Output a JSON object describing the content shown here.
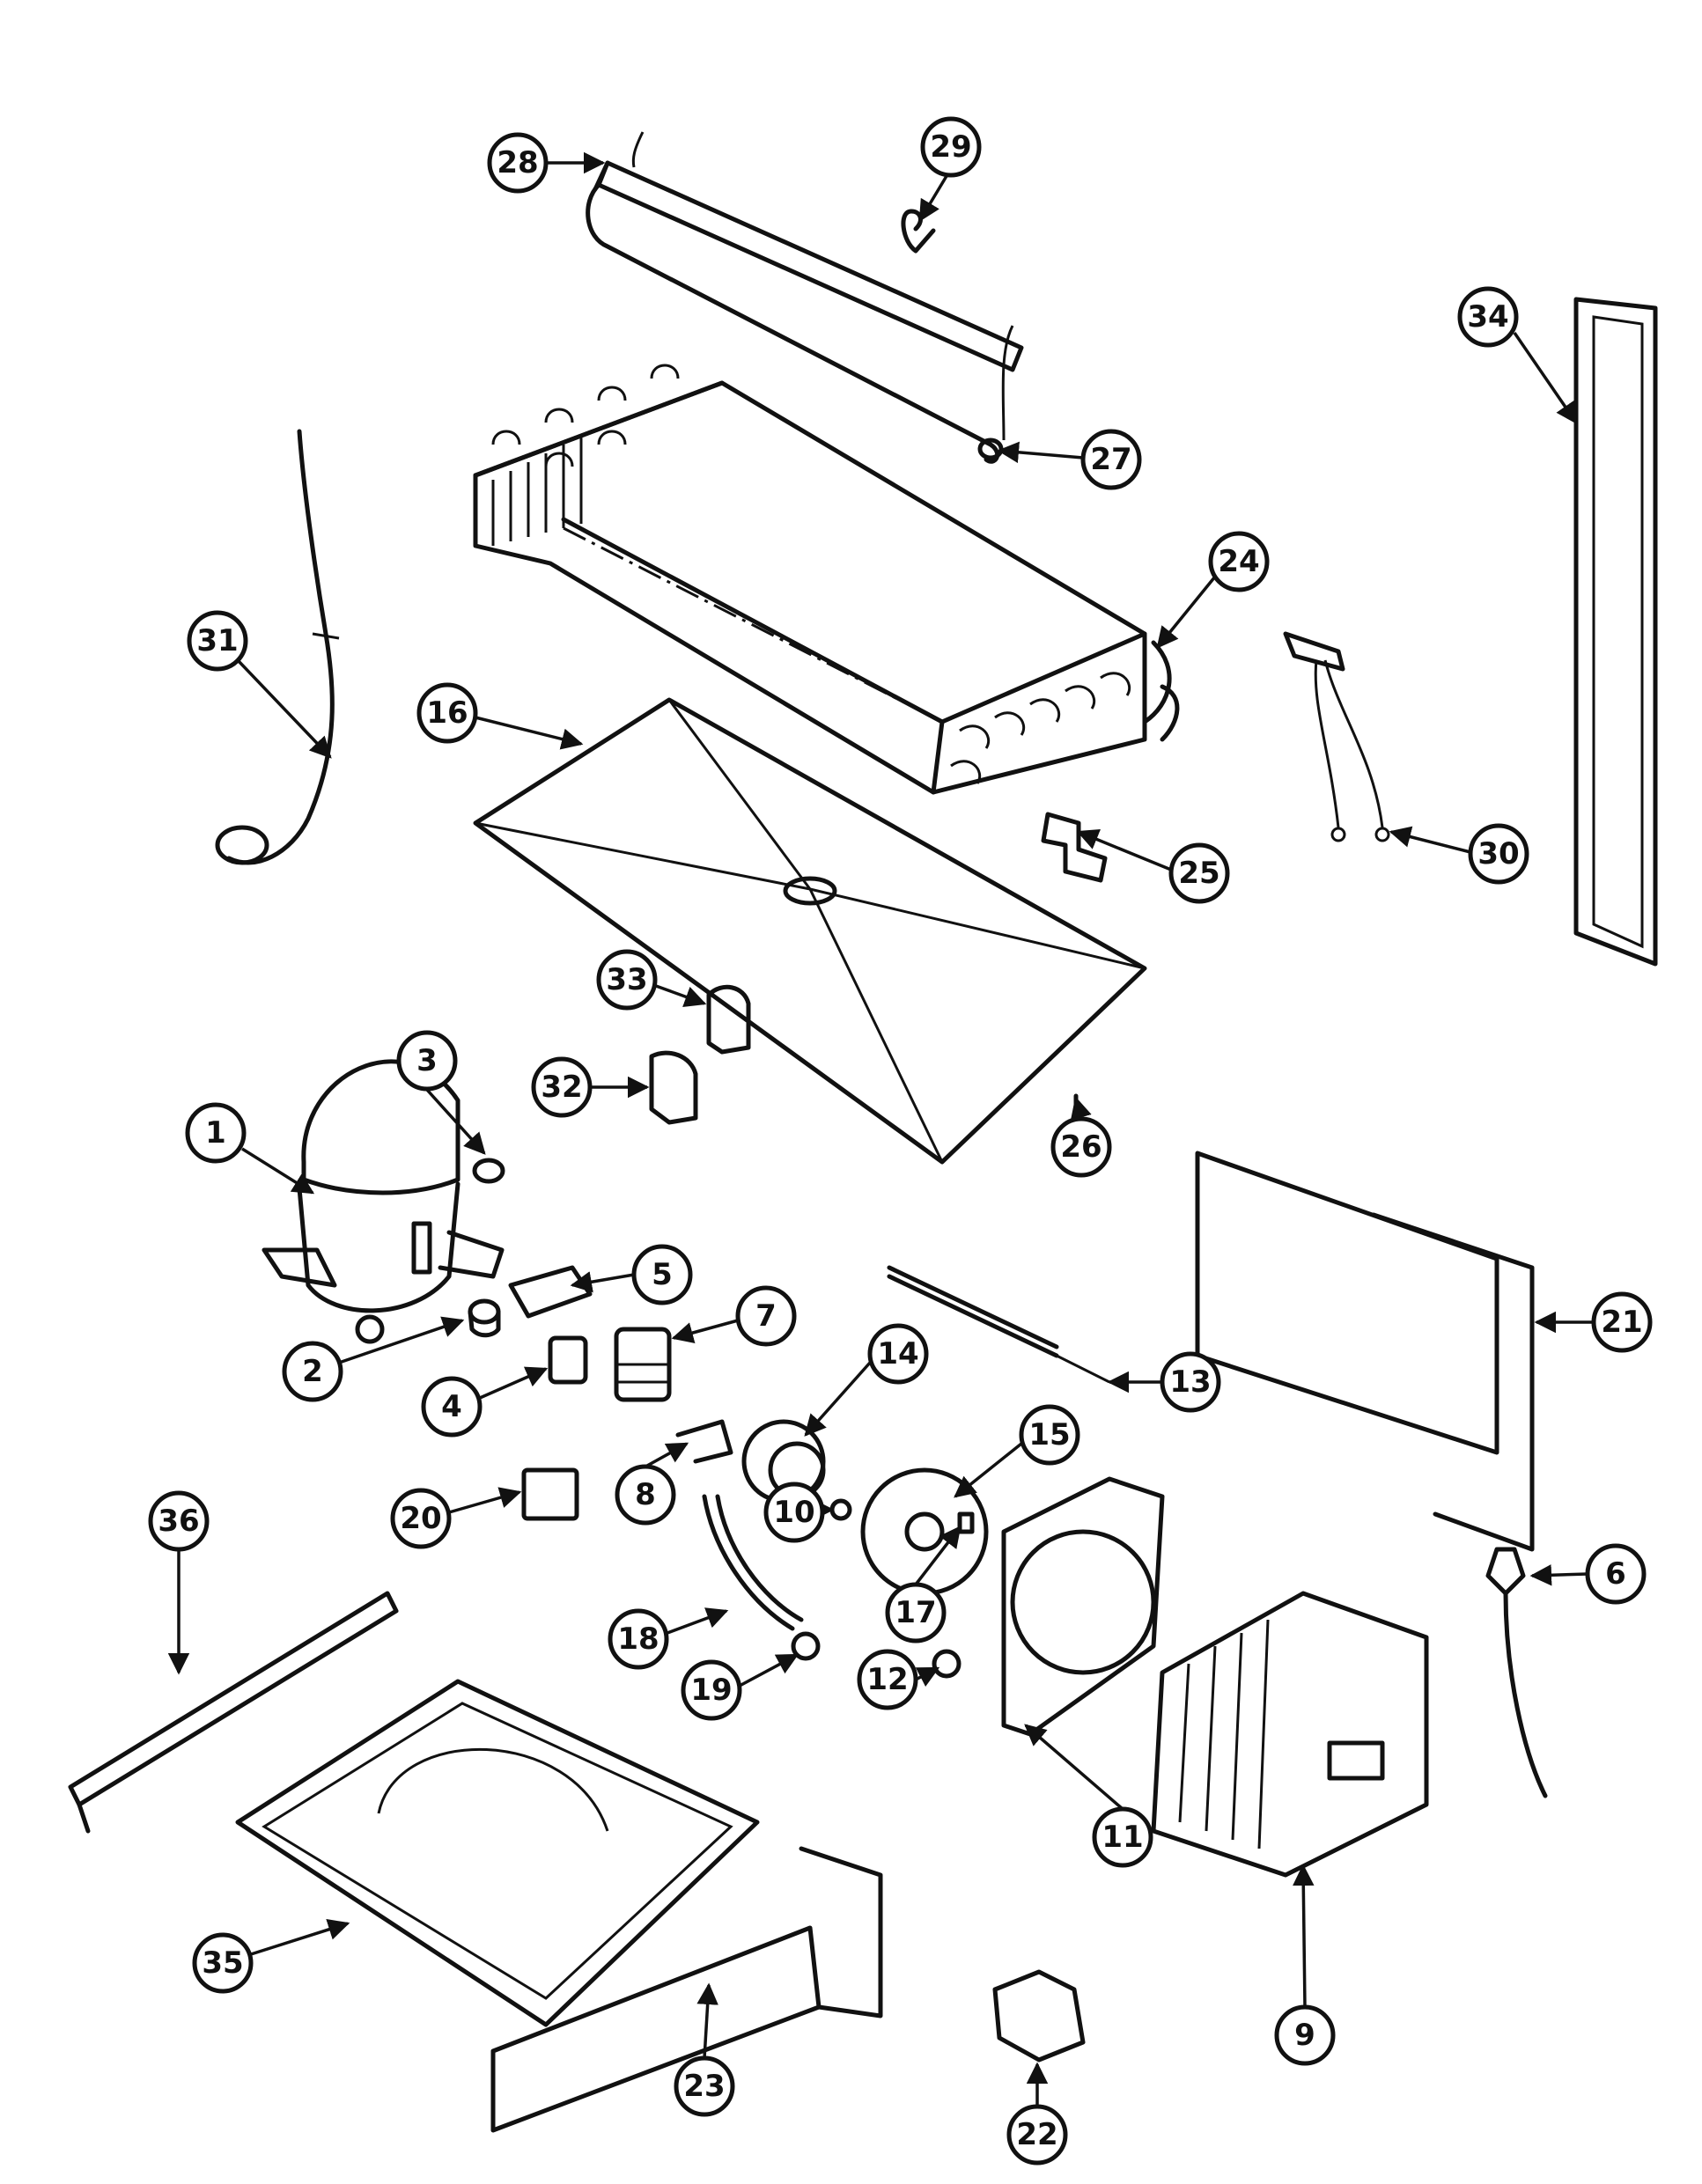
{
  "callouts": [
    {
      "id": "1",
      "label": "1"
    },
    {
      "id": "2",
      "label": "2"
    },
    {
      "id": "3",
      "label": "3"
    },
    {
      "id": "4",
      "label": "4"
    },
    {
      "id": "5",
      "label": "5"
    },
    {
      "id": "6",
      "label": "6"
    },
    {
      "id": "7",
      "label": "7"
    },
    {
      "id": "8",
      "label": "8"
    },
    {
      "id": "9",
      "label": "9"
    },
    {
      "id": "10",
      "label": "10"
    },
    {
      "id": "11",
      "label": "11"
    },
    {
      "id": "12",
      "label": "12"
    },
    {
      "id": "13",
      "label": "13"
    },
    {
      "id": "14",
      "label": "14"
    },
    {
      "id": "15",
      "label": "15"
    },
    {
      "id": "16",
      "label": "16"
    },
    {
      "id": "17",
      "label": "17"
    },
    {
      "id": "18",
      "label": "18"
    },
    {
      "id": "19",
      "label": "19"
    },
    {
      "id": "20",
      "label": "20"
    },
    {
      "id": "21",
      "label": "21"
    },
    {
      "id": "22",
      "label": "22"
    },
    {
      "id": "23",
      "label": "23"
    },
    {
      "id": "24",
      "label": "24"
    },
    {
      "id": "25",
      "label": "25"
    },
    {
      "id": "26",
      "label": "26"
    },
    {
      "id": "27",
      "label": "27"
    },
    {
      "id": "28",
      "label": "28"
    },
    {
      "id": "29",
      "label": "29"
    },
    {
      "id": "30",
      "label": "30"
    },
    {
      "id": "31",
      "label": "31"
    },
    {
      "id": "32",
      "label": "32"
    },
    {
      "id": "33",
      "label": "33"
    },
    {
      "id": "34",
      "label": "34"
    },
    {
      "id": "35",
      "label": "35"
    },
    {
      "id": "36",
      "label": "36"
    }
  ]
}
